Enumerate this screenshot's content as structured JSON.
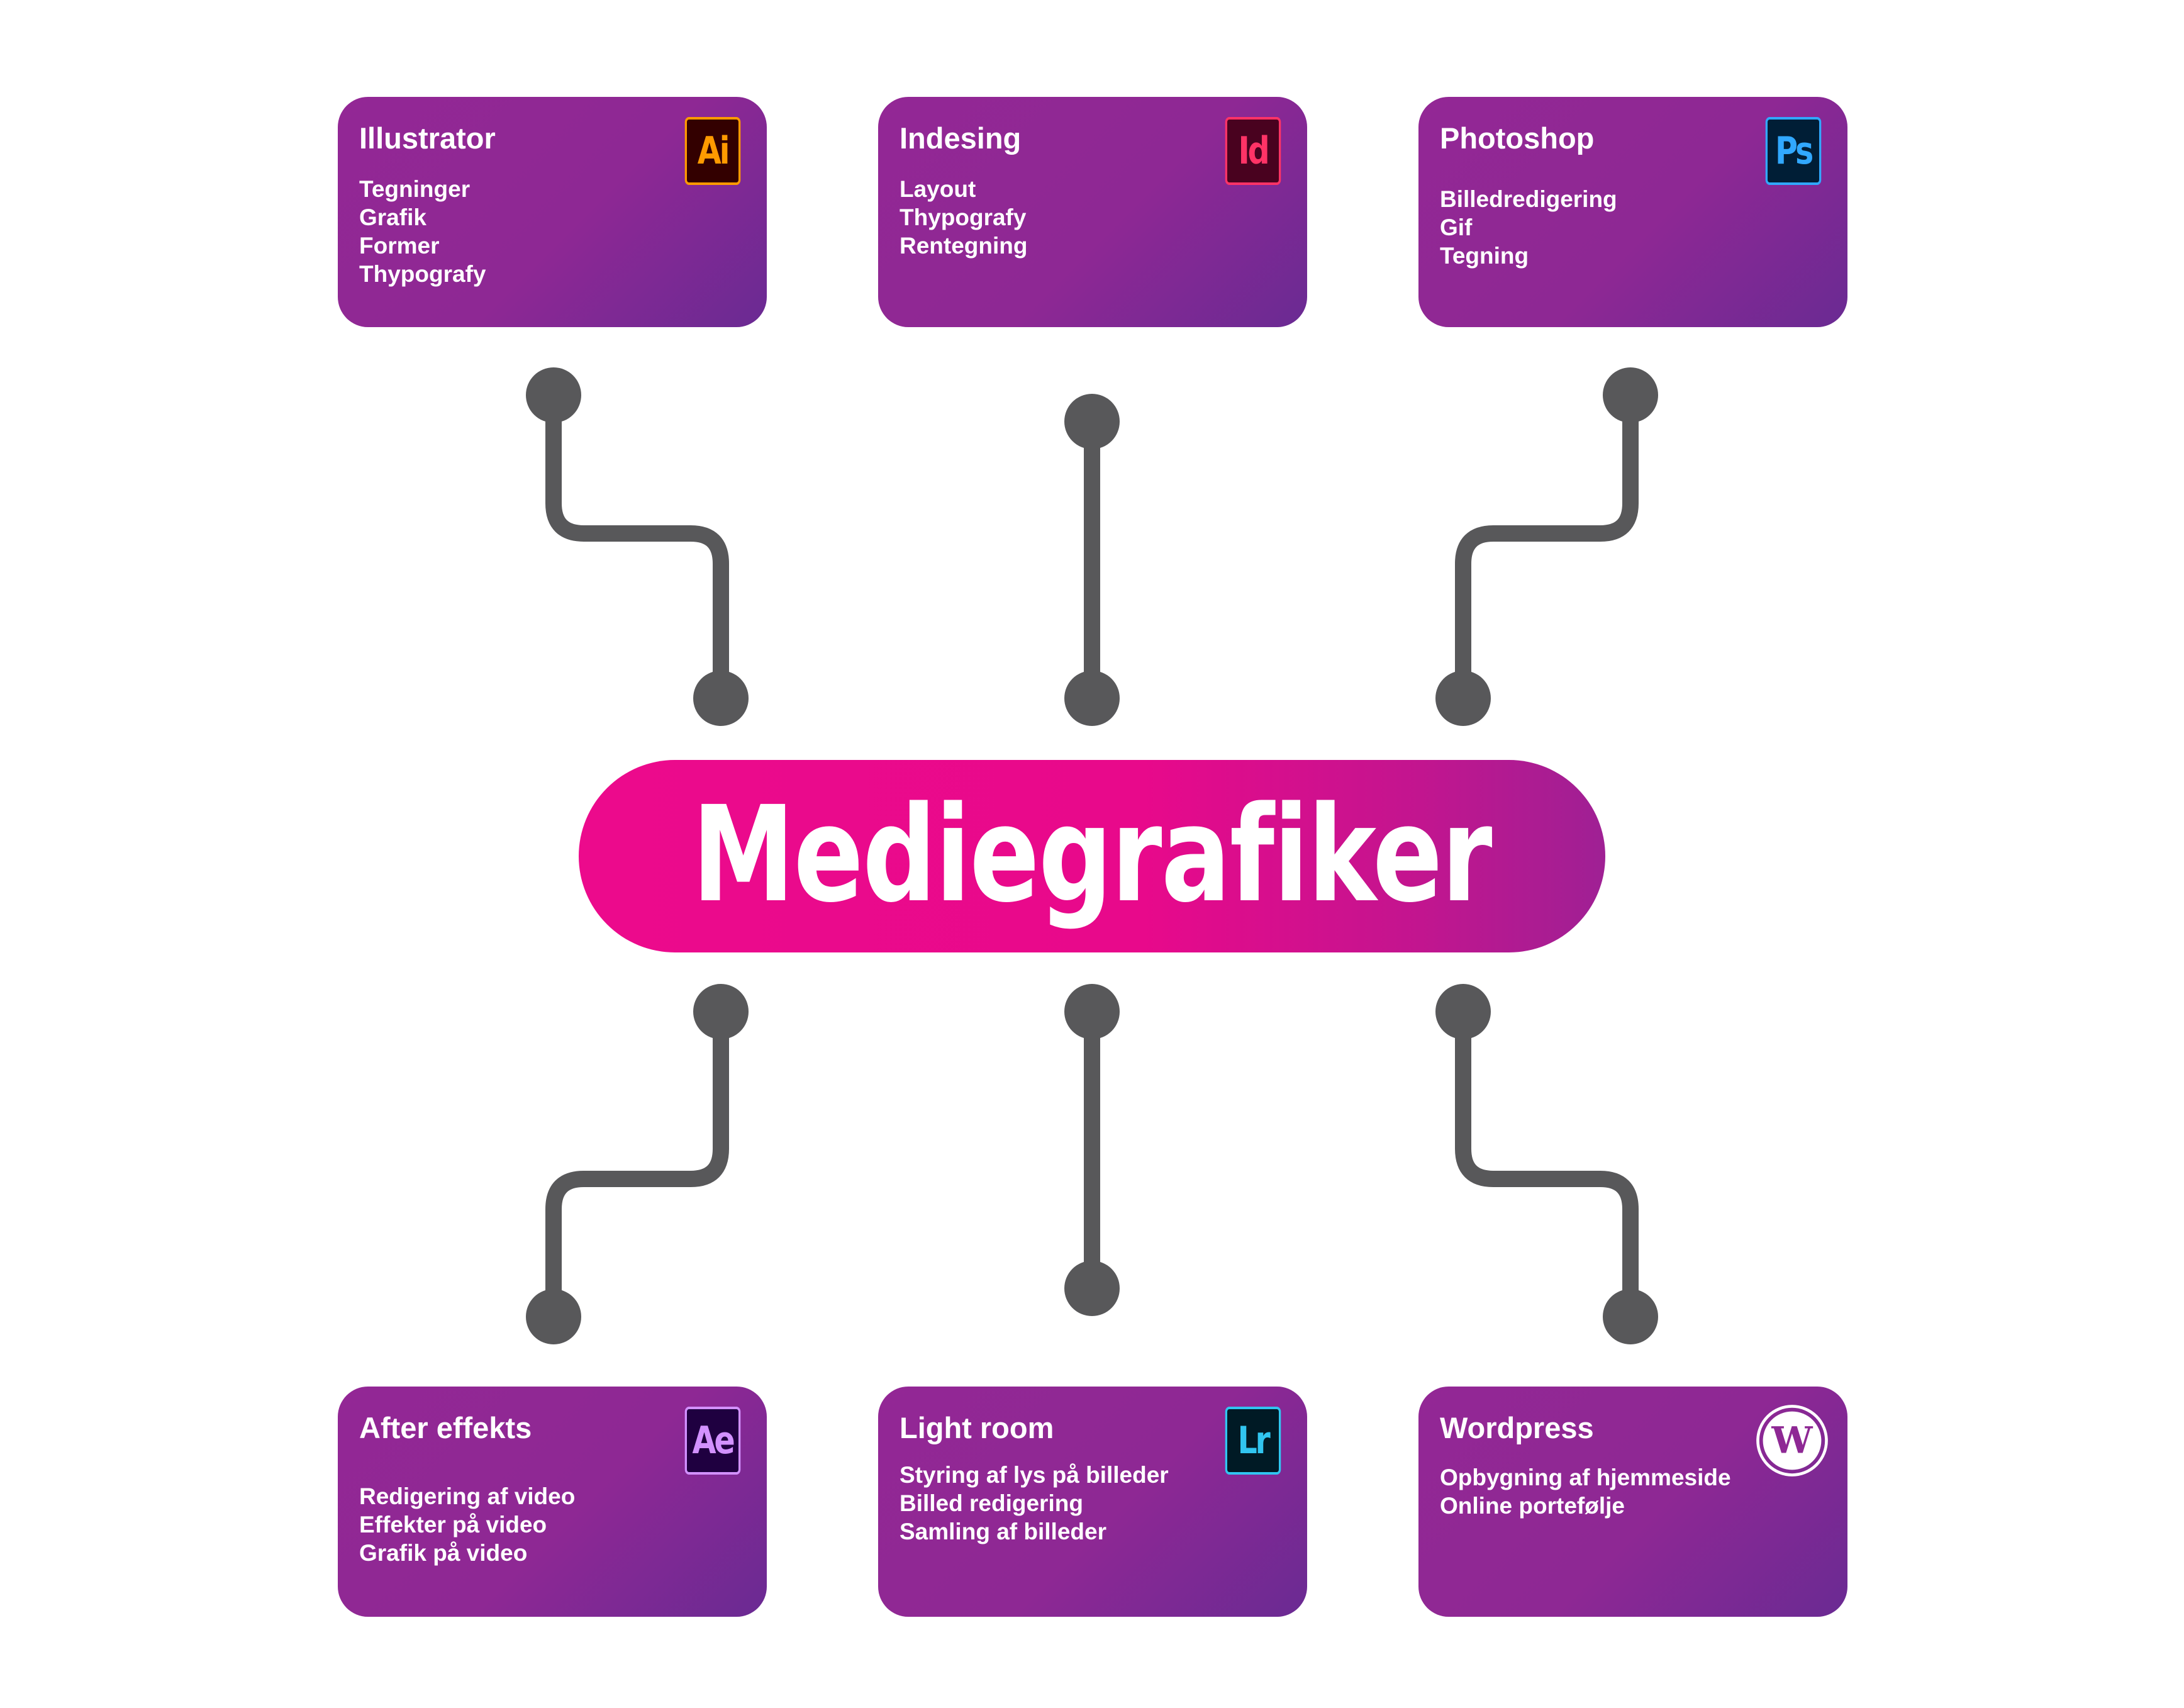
{
  "center": {
    "title": "Mediegrafiker",
    "color": "#ec0a8c"
  },
  "connector_color": "#58585a",
  "cards": {
    "illustrator": {
      "title": "Illustrator",
      "icon_text": "Ai",
      "icon_name": "illustrator-icon",
      "icon_fg": "#ff9a00",
      "icon_bg": "#330000",
      "items": [
        "Tegninger",
        "Grafik",
        "Former",
        "Thypografy"
      ]
    },
    "indesign": {
      "title": "Indesing",
      "icon_text": "Id",
      "icon_name": "indesign-icon",
      "icon_fg": "#ff3366",
      "icon_bg": "#49021f",
      "items": [
        "Layout",
        "Thypografy",
        "Rentegning"
      ]
    },
    "photoshop": {
      "title": "Photoshop",
      "icon_text": "Ps",
      "icon_name": "photoshop-icon",
      "icon_fg": "#31a8ff",
      "icon_bg": "#001e36",
      "items": [
        "Billedredigering",
        "Gif",
        "Tegning"
      ]
    },
    "aftereffects": {
      "title": "After effekts",
      "icon_text": "Ae",
      "icon_name": "after-effects-icon",
      "icon_fg": "#d291ff",
      "icon_bg": "#1f0040",
      "items": [
        "Redigering af video",
        "Effekter på video",
        "Grafik på video"
      ]
    },
    "lightroom": {
      "title": "Light room",
      "icon_text": "Lr",
      "icon_name": "lightroom-icon",
      "icon_fg": "#31c5f0",
      "icon_bg": "#001a25",
      "items": [
        "Styring af lys på billeder",
        "Billed redigering",
        "Samling af billeder"
      ]
    },
    "wordpress": {
      "title": "Wordpress",
      "icon_name": "wordpress-icon",
      "items": [
        "Opbygning af hjemmeside",
        "Online portefølje"
      ]
    }
  }
}
